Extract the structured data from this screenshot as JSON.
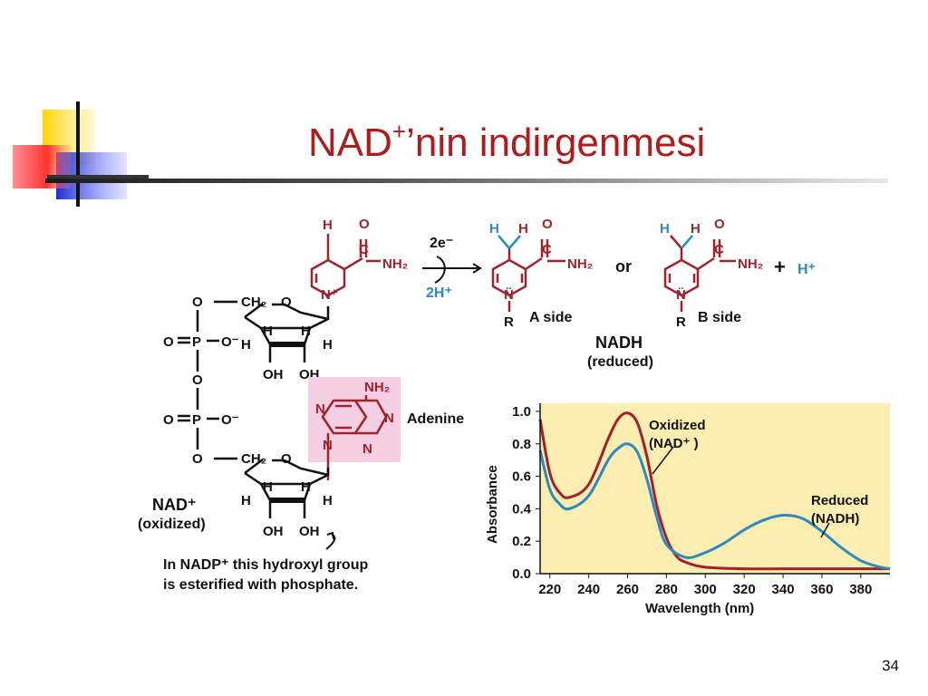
{
  "slide": {
    "title_pre": "NAD",
    "title_sup": "+",
    "title_post": "’nin indirgenmesi",
    "page_number": "34"
  },
  "figure": {
    "atoms": {
      "H": "H",
      "O": "O",
      "C": "C",
      "N": "N",
      "P": "P",
      "R": "R",
      "NH2": "NH₂",
      "CH2": "CH₂",
      "OH": "OH",
      "Ominus": "O⁻",
      "Nplus": "N⁺",
      "Ndots": "N̈"
    },
    "reaction_e": "2e⁻",
    "reaction_h": "2H⁺",
    "or_label": "or",
    "plus_sign": "+",
    "h_plus": "H⁺",
    "a_side": "A  side",
    "b_side": "B  side",
    "nadh_name": "NADH",
    "nadh_state": "(reduced)",
    "nad_name": "NAD⁺",
    "nad_state": "(oxidized)",
    "adenine_label": "Adenine",
    "note_line1": "In  NADP⁺  this  hydroxyl  group",
    "note_line2": "is  esterified  with  phosphate."
  },
  "chart_data": {
    "type": "line",
    "xlabel": "Wavelength  (nm)",
    "ylabel": "Absorbance",
    "xlim": [
      215,
      395
    ],
    "ylim": [
      0,
      1.05
    ],
    "x_ticks": [
      220,
      240,
      260,
      280,
      300,
      320,
      340,
      360,
      380
    ],
    "y_ticks": [
      "0.0",
      "0.2",
      "0.4",
      "0.6",
      "0.8",
      "1.0"
    ],
    "grid": false,
    "background": "#fbeeb0",
    "series": [
      {
        "name": "Oxidized (NAD⁺ )",
        "color": "#a3212b",
        "x": [
          215,
          220,
          225,
          230,
          240,
          250,
          255,
          260,
          265,
          270,
          275,
          280,
          285,
          290,
          300,
          320,
          340,
          360,
          380,
          395
        ],
        "y": [
          0.95,
          0.62,
          0.5,
          0.47,
          0.55,
          0.83,
          0.95,
          0.99,
          0.93,
          0.72,
          0.42,
          0.22,
          0.11,
          0.07,
          0.04,
          0.03,
          0.03,
          0.03,
          0.03,
          0.03
        ]
      },
      {
        "name": "Reduced (NADH)",
        "color": "#2a8ac4",
        "x": [
          215,
          220,
          225,
          230,
          240,
          250,
          255,
          260,
          265,
          270,
          275,
          280,
          290,
          300,
          310,
          320,
          330,
          340,
          350,
          360,
          370,
          380,
          390,
          395
        ],
        "y": [
          0.76,
          0.52,
          0.43,
          0.4,
          0.48,
          0.7,
          0.77,
          0.8,
          0.75,
          0.58,
          0.35,
          0.18,
          0.1,
          0.13,
          0.19,
          0.27,
          0.33,
          0.36,
          0.34,
          0.26,
          0.16,
          0.08,
          0.04,
          0.03
        ]
      }
    ],
    "annotations": [
      {
        "text": "Oxidized",
        "series": 0
      },
      {
        "text": "(NAD⁺ )",
        "series": 0
      },
      {
        "text": "Reduced",
        "series": 1
      },
      {
        "text": "(NADH)",
        "series": 1
      }
    ]
  },
  "colors": {
    "title": "#b01c1c",
    "structure_red": "#a3212b",
    "structure_blue": "#2a8ac4",
    "adenine_box": "#f7cfe4",
    "chart_bg": "#fbeeb0"
  }
}
